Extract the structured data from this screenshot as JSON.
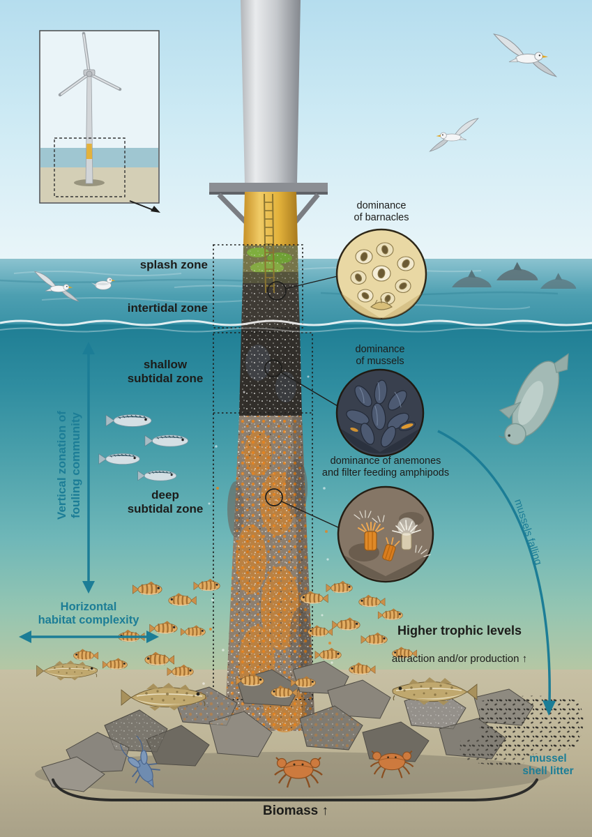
{
  "figure": {
    "type": "scientific-diagram",
    "subject": "Vertical zonation of the fouling community on an offshore wind turbine monopile"
  },
  "labels": {
    "splash_zone": "splash zone",
    "intertidal_zone": "intertidal zone",
    "shallow_subtidal_zone": "shallow\nsubtidal zone",
    "deep_subtidal_zone": "deep\nsubtidal zone",
    "vertical_zonation": "Vertical zonation of\nfouling community",
    "horizontal_complexity": "Horizontal\nhabitat complexity",
    "dominance_barnacles": "dominance\nof barnacles",
    "dominance_mussels": "dominance\nof mussels",
    "dominance_anemones": "dominance of anemones\nand filter feeding amphipods",
    "mussels_falling": "mussels falling",
    "higher_trophic_levels": "Higher trophic levels",
    "attraction_production": "attraction and/or production ↑",
    "mussel_shell_litter": "mussel\nshell litter",
    "biomass": "Biomass ↑"
  },
  "colors": {
    "accent_teal": "#1c7d96",
    "transition_piece_yellow": "#e3b23c",
    "anemone_orange": "#e5831f",
    "label_text": "#1c1c1a",
    "sky_blue": "#cdeaf4",
    "deep_water": "#1f7e94",
    "sand": "#c7c0a4"
  }
}
